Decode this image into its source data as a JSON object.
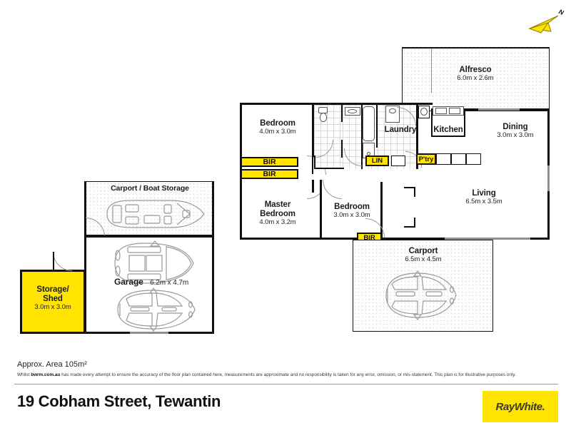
{
  "document": {
    "type": "real-estate-floor-plan",
    "area_note": "Approx. Area 105m²",
    "disclaimer_prefix": "Whilst ",
    "disclaimer_site": "bwrm.com.au",
    "disclaimer_suffix": " has made every attempt to ensure the accuracy of the floor plan contained here, measurements are approximate and no responsibility is taken for any error, omission, or mis-statement. This plan is for illustrative purposes only.",
    "address": "19 Cobham Street, Tewantin",
    "brand": "RayWhite.",
    "brand_color": "#FFE400",
    "compass_label": "N",
    "compass_color": "#FFE400"
  },
  "rooms": [
    {
      "id": "alfresco",
      "name": "Alfresco",
      "dim": "6.0m x 2.6m"
    },
    {
      "id": "dining",
      "name": "Dining",
      "dim": "3.0m x 3.0m"
    },
    {
      "id": "living",
      "name": "Living",
      "dim": "6.5m x 3.5m"
    },
    {
      "id": "kitchen",
      "name": "Kitchen",
      "dim": ""
    },
    {
      "id": "laundry",
      "name": "Laundry",
      "dim": ""
    },
    {
      "id": "bedroom2",
      "name": "Bedroom",
      "dim": "4.0m x 3.0m"
    },
    {
      "id": "master",
      "name": "Master\nBedroom",
      "dim": "4.0m x 3.2m"
    },
    {
      "id": "bedroom3",
      "name": "Bedroom",
      "dim": "3.0m x 3.0m"
    },
    {
      "id": "carport",
      "name": "Carport",
      "dim": "6.5m x 4.5m"
    },
    {
      "id": "boatstorage",
      "name": "Carport / Boat Storage",
      "dim": ""
    },
    {
      "id": "garage",
      "name": "Garage",
      "dim": "6.2m x 4.7m"
    },
    {
      "id": "storageshed",
      "name": "Storage/\nShed",
      "dim": "3.0m x 3.0m"
    }
  ],
  "room_labels": {
    "alfresco_name": "Alfresco",
    "alfresco_dim": "6.0m x 2.6m",
    "dining_name": "Dining",
    "dining_dim": "3.0m x 3.0m",
    "living_name": "Living",
    "living_dim": "6.5m x 3.5m",
    "kitchen_name": "Kitchen",
    "laundry_name": "Laundry",
    "bedroom2_name": "Bedroom",
    "bedroom2_dim": "4.0m x 3.0m",
    "master_name_1": "Master",
    "master_name_2": "Bedroom",
    "master_dim": "4.0m x 3.2m",
    "bedroom3_name": "Bedroom",
    "bedroom3_dim": "3.0m x 3.0m",
    "carport_name": "Carport",
    "carport_dim": "6.5m x 4.5m",
    "boat_name": "Carport / Boat Storage",
    "garage_name": "Garage",
    "garage_dim": "6.2m x 4.7m",
    "storage_name_1": "Storage/",
    "storage_name_2": "Shed",
    "storage_dim": "3.0m x 3.0m"
  },
  "feature_boxes": {
    "bir_1": "BIR",
    "bir_2": "BIR",
    "bir_3": "BIR",
    "lin": "LIN",
    "ptry": "P'try"
  },
  "colors": {
    "highlight_yellow": "#FFE400",
    "wall_black": "#111111",
    "fixture_grey": "#555555",
    "tile_grey": "#d8d8d8"
  }
}
